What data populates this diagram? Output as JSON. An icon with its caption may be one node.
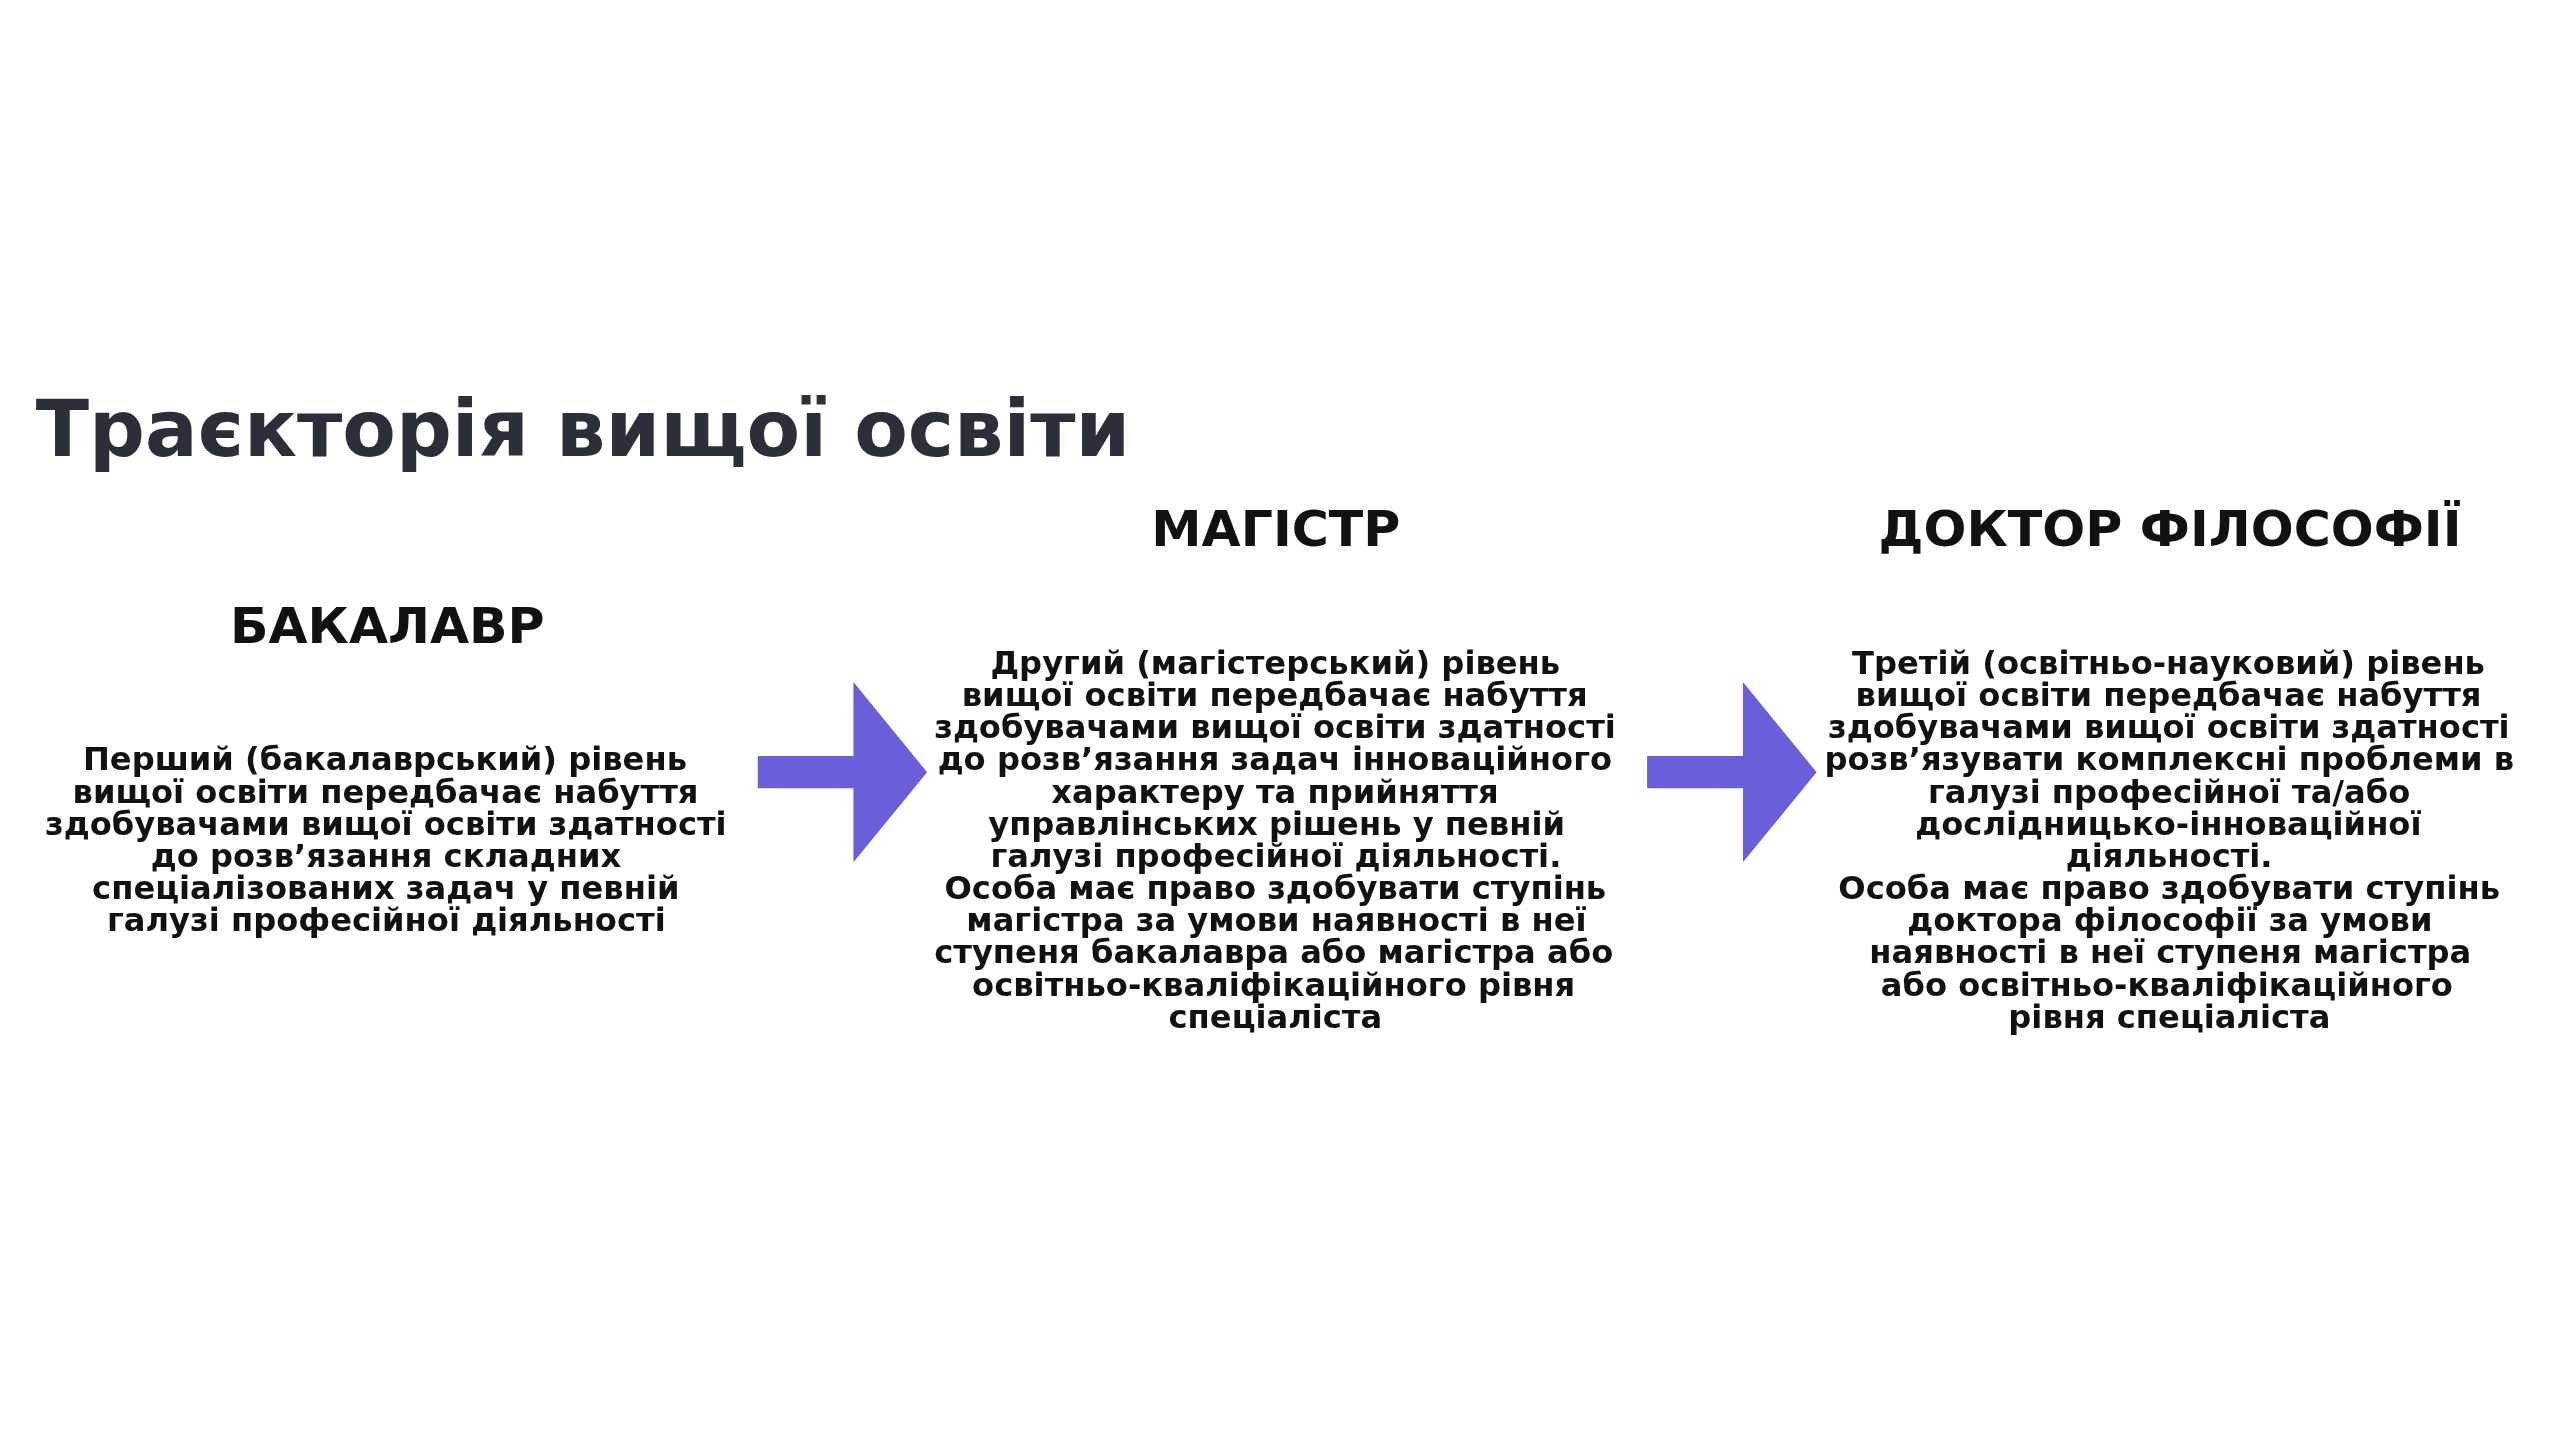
{
  "diagram": {
    "title": "Траєкторія вищої освіти",
    "nodes": [
      {
        "text": [
          "БАКАЛАВР"
        ],
        "beside": [
          "Перший (бакалаврський) рівень вищої освіти передбачає набуття здобувачами вищої освіти здатності до розв’язання складних спеціалізованих задач у певній галузі професійної діяльності"
        ]
      },
      {
        "text": [
          "МАГІСТР"
        ],
        "beside": [
          "Другий (магістерський) рівень вищої освіти передбачає набуття здобувачами вищої освіти здатності до розв’язання задач інноваційного характеру та прийняття управлінських рішень у певній галузі професійної діяльності.",
          "Особа має право здобувати ступінь магістра за умови наявності в неї ступеня бакалавра або магістра або освітньо-кваліфікаційного рівня спеціаліста"
        ]
      },
      {
        "text": [
          "ДОКТОР ФІЛОСОФІЇ"
        ],
        "beside": [
          "Третій (освітньо-науковий) рівень вищої освіти передбачає набуття здобувачами вищої освіти здатності розв’язувати комплексні проблеми в галузі професійної та/або дослідницько-інноваційної діяльності.",
          "Особа має право здобувати ступінь доктора філософії за умови наявності в неї ступеня магістра або освітньо-кваліфікаційного рівня спеціаліста"
        ]
      }
    ],
    "edges": [
      {
        "from": 0,
        "to": 1,
        "arrow": "to"
      },
      {
        "from": 1,
        "to": 2,
        "arrow": "to"
      }
    ]
  }
}
